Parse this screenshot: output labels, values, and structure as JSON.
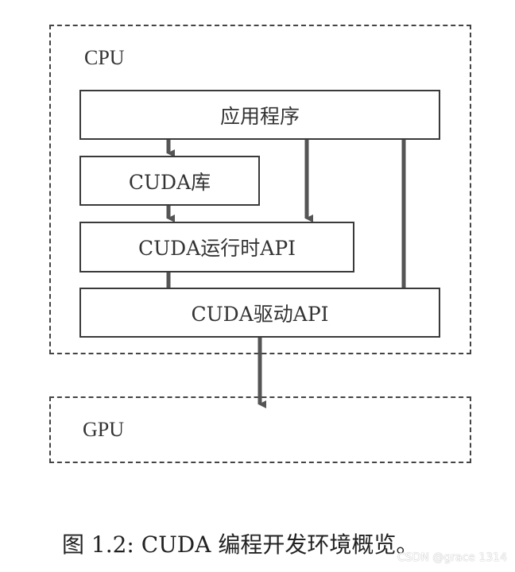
{
  "diagram": {
    "cpu_label": "CPU",
    "gpu_label": "GPU",
    "boxes": {
      "application": "应用程序",
      "cuda_library": "CUDA库",
      "cuda_runtime_api": "CUDA运行时API",
      "cuda_driver_api": "CUDA驱动API"
    }
  },
  "caption": "图 1.2: CUDA 编程开发环境概览。",
  "watermark": "CSDN @grace 1314",
  "colors": {
    "line": "#3a3a3a",
    "arrow": "#555555",
    "text": "#333333"
  }
}
